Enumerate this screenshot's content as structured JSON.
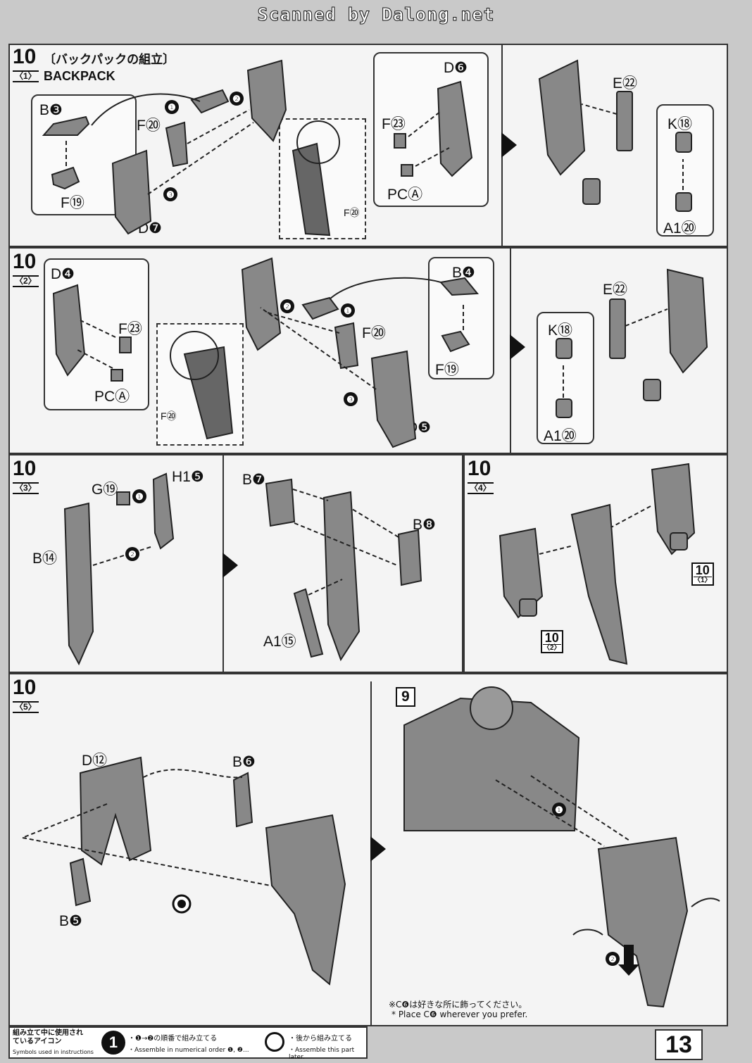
{
  "header": {
    "scan_credit": "Scanned by Dalong.net"
  },
  "step1": {
    "step_number": "10",
    "substep": "〈1〉",
    "title_jp": "〔バックパックの組立〕",
    "title_en": "BACKPACK",
    "labels": {
      "b3": "B❸",
      "f19": "F⑲",
      "f20": "F⑳",
      "d7": "D❼",
      "f20_detail": "F⑳",
      "d6": "D❻",
      "f23": "F㉓",
      "pca": "PCⒶ",
      "e22": "E㉒",
      "k18": "K⑱",
      "a120": "A1⑳"
    },
    "order": [
      "❶",
      "❷",
      "❸"
    ]
  },
  "step2": {
    "step_number": "10",
    "substep": "〈2〉",
    "labels": {
      "d4": "D❹",
      "f23": "F㉓",
      "pca": "PCⒶ",
      "f20_detail": "F⑳",
      "f20": "F⑳",
      "d5": "D❺",
      "b4": "B❹",
      "f19": "F⑲",
      "e22": "E㉒",
      "k18": "K⑱",
      "a120": "A1⑳"
    },
    "order": [
      "❶",
      "❷",
      "❸"
    ]
  },
  "step3": {
    "step_number": "10",
    "substep": "〈3〉",
    "labels": {
      "g19": "G⑲",
      "h15": "H1❺",
      "b14": "B⑭",
      "b7": "B❼",
      "b8": "B❽",
      "a115": "A1⑮"
    },
    "order": [
      "❶",
      "❷"
    ]
  },
  "step4": {
    "step_number": "10",
    "substep": "〈4〉",
    "refs": [
      {
        "num": "10",
        "sub": "〈1〉"
      },
      {
        "num": "10",
        "sub": "〈2〉"
      }
    ]
  },
  "step5": {
    "step_number": "10",
    "substep": "〈5〉",
    "labels": {
      "d12": "D⑫",
      "b6": "B❻",
      "b5": "B❺",
      "nine": "9"
    },
    "order": [
      "❶",
      "❷"
    ],
    "note_jp": "※C❻は好きな所に飾ってください。",
    "note_en": "* Place C❻ wherever you prefer."
  },
  "legend": {
    "heading_jp": "組み立て中に使用されているアイコン",
    "heading_en": "Symbols used in instructions",
    "numeric_icon": "1",
    "numeric_jp": "・❶→❷の順番で組み立てる",
    "numeric_en": "・Assemble in numerical order ❶, ❷...",
    "later_jp": "・後から組み立てる",
    "later_en": "・Assemble this part later."
  },
  "page_number": "13"
}
